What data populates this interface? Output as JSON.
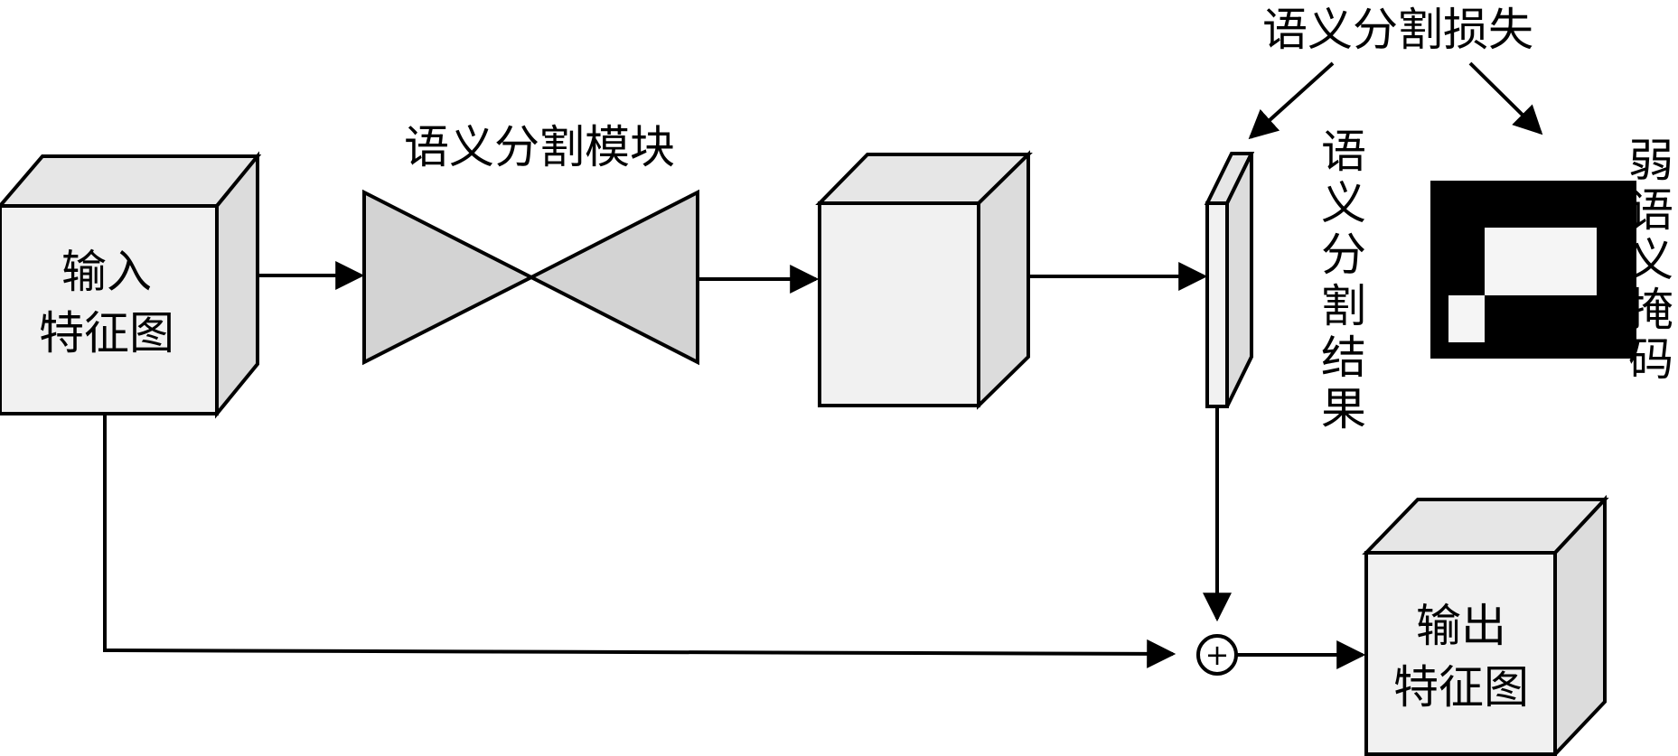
{
  "labels": {
    "input_line1": "输入",
    "input_line2": "特征图",
    "module": "语义分割模块",
    "loss": "语义分割损失",
    "result": "语义分割结果",
    "mask": "弱语义掩码",
    "output_line1": "输出",
    "output_line2": "特征图",
    "sum_symbol": "+"
  },
  "colors": {
    "box_front": "#f1f1f1",
    "box_side": "#dcdcdc",
    "hourglass": "#d3d3d3",
    "mask_bg": "#000000",
    "mask_fg": "#f5f5f5",
    "stroke": "#000000"
  }
}
